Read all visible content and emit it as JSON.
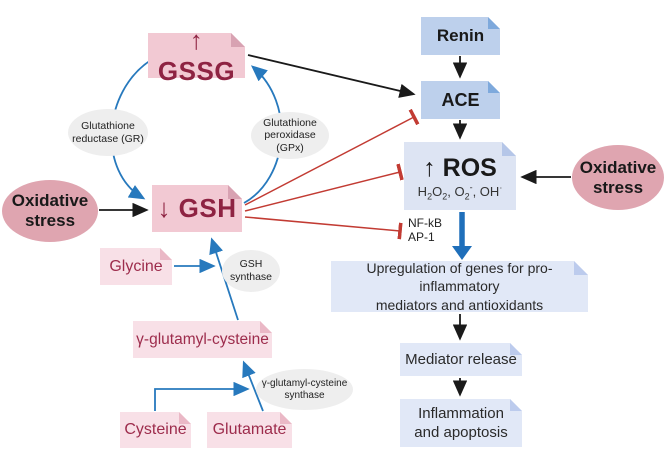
{
  "nodes": {
    "gssg": "↑ GSSG",
    "gsh": "↓ GSH",
    "renin": "Renin",
    "ace": "ACE",
    "ros": "↑ ROS",
    "ros_formula": {
      "f1": "H",
      "f2": "2",
      "f3": "O",
      "f4": "2",
      "f5": ", O",
      "f6": "2",
      "f7": "-",
      "f8": ", OH",
      "f9": "·"
    },
    "oxidative_left": {
      "line1": "Oxidative",
      "line2": "stress"
    },
    "oxidative_right": {
      "line1": "Oxidative",
      "line2": "stress"
    },
    "glycine": "Glycine",
    "gamma_glutamyl_cysteine": "γ-glutamyl-cysteine",
    "cysteine": "Cysteine",
    "glutamate": "Glutamate",
    "upregulation": {
      "line1": "Upregulation of genes for pro-inflammatory",
      "line2": "mediators and antioxidants"
    },
    "mediator_release": "Mediator release",
    "inflammation": {
      "line1": "Inflammation",
      "line2": "and apoptosis"
    }
  },
  "enzymes": {
    "glutathione_reductase": {
      "line1": "Glutathione",
      "line2": "reductase (GR)"
    },
    "glutathione_peroxidase": {
      "line1": "Glutathione",
      "line2": "peroxidase (GPx)"
    },
    "gsh_synthase": {
      "line1": "GSH",
      "line2": "synthase"
    },
    "ggc_synthase": {
      "line1": "γ-glutamyl-cysteine",
      "line2": "synthase"
    }
  },
  "labels": {
    "nfkb": "NF-kB",
    "ap1": "AP-1"
  },
  "colors": {
    "pink_box": "#f2c9d3",
    "pink_box_light": "#f8e0e7",
    "blue_box": "#bdd0ec",
    "ros_box": "#dde4f3",
    "process_box": "#e1e8f7",
    "oxidative_oval": "#dfa5b0",
    "enzyme_oval": "#eeeeee",
    "maroon_text": "#8e2342",
    "black_arrow": "#1a1a1a",
    "blue_arrow": "#2779bd",
    "red_inhibit_line": "#c23b33"
  }
}
